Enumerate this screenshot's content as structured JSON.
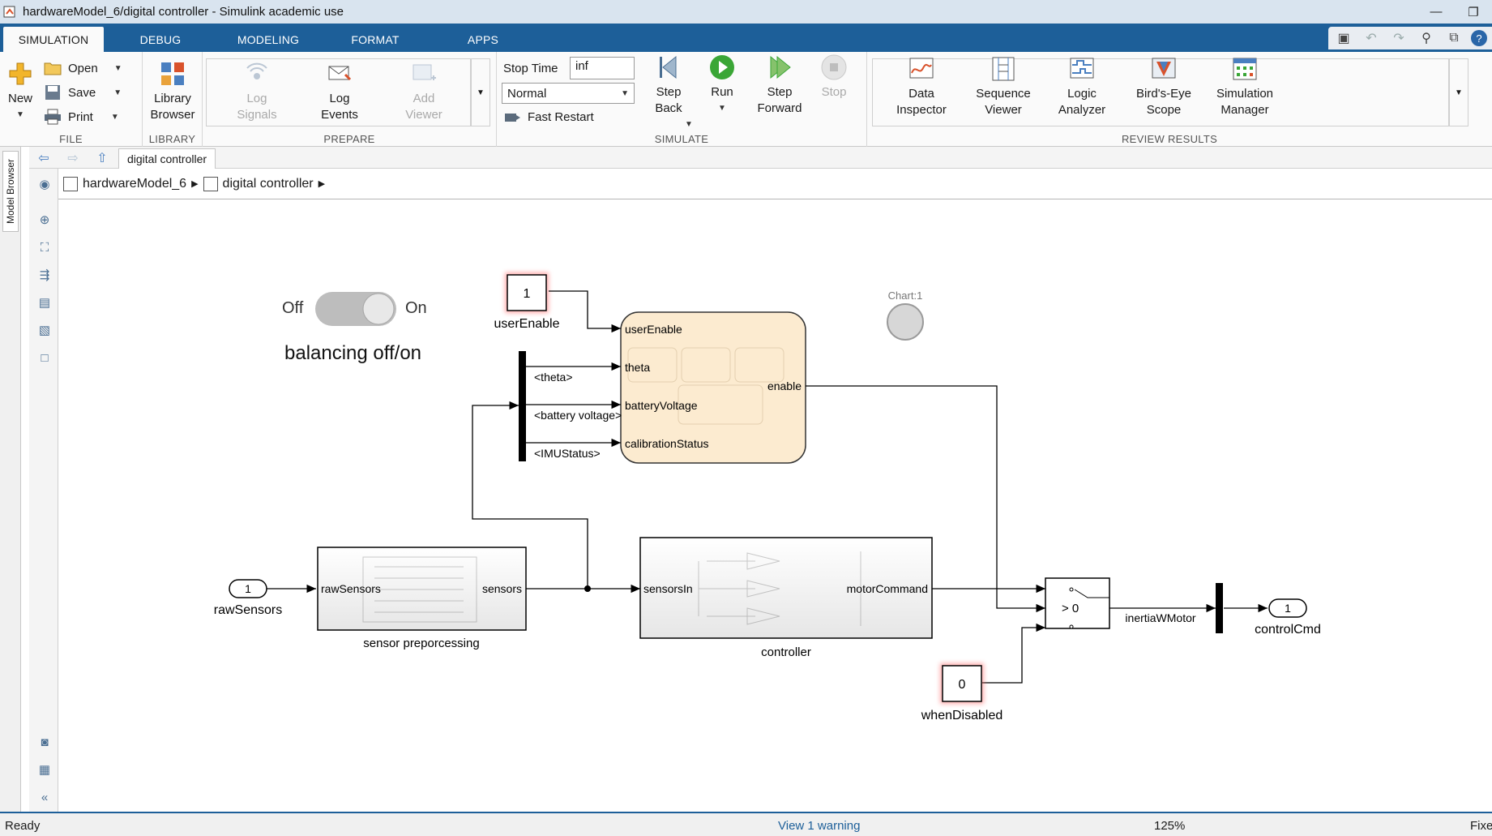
{
  "window": {
    "title": "hardwareModel_6/digital controller - Simulink academic use",
    "minimize": "—",
    "restore": "❐"
  },
  "tabs": [
    {
      "label": "SIMULATION",
      "active": true
    },
    {
      "label": "DEBUG"
    },
    {
      "label": "MODELING"
    },
    {
      "label": "FORMAT"
    },
    {
      "label": "APPS"
    }
  ],
  "ribbon": {
    "file": {
      "label": "FILE",
      "new_label": "New",
      "open_label": "Open",
      "save_label": "Save",
      "print_label": "Print"
    },
    "library": {
      "label": "LIBRARY",
      "browser_label": "Library\nBrowser"
    },
    "prepare": {
      "label": "PREPARE",
      "log_signals": "Log\nSignals",
      "log_events": "Log\nEvents",
      "add_viewer": "Add\nViewer"
    },
    "simulate": {
      "label": "SIMULATE",
      "stop_time_label": "Stop Time",
      "stop_time_value": "inf",
      "mode_value": "Normal",
      "fast_restart": "Fast Restart",
      "step_back": "Step\nBack",
      "run": "Run",
      "step_forward": "Step\nForward",
      "stop": "Stop"
    },
    "review": {
      "label": "REVIEW RESULTS",
      "data_inspector": "Data\nInspector",
      "sequence_viewer": "Sequence\nViewer",
      "logic_analyzer": "Logic\nAnalyzer",
      "birds_eye": "Bird's-Eye\nScope",
      "sim_manager": "Simulation\nManager"
    }
  },
  "sidebar": {
    "model_browser": "Model Browser"
  },
  "explorer": {
    "tab_label": "digital controller"
  },
  "breadcrumb": {
    "root": "hardwareModel_6",
    "child": "digital controller"
  },
  "diagram": {
    "switch_off": "Off",
    "switch_on": "On",
    "switch_caption": "balancing off/on",
    "user_enable_value": "1",
    "user_enable_label": "userEnable",
    "chart_indicator": "Chart:1",
    "chart_ports_in": [
      "userEnable",
      "theta",
      "batteryVoltage",
      "calibrationStatus"
    ],
    "chart_port_out": "enable",
    "bus_signals": [
      "<theta>",
      "<battery voltage>",
      "<IMUStatus>"
    ],
    "inport_value": "1",
    "inport_label": "rawSensors",
    "preproc_in": "rawSensors",
    "preproc_out": "sensors",
    "preproc_label": "sensor preporcessing",
    "controller_in": "sensorsIn",
    "controller_out": "motorCommand",
    "controller_label": "controller",
    "switch_threshold": "> 0",
    "signal_label": "inertiaWMotor",
    "outport_value": "1",
    "outport_label": "controlCmd",
    "disabled_value": "0",
    "disabled_label": "whenDisabled"
  },
  "status": {
    "state": "Ready",
    "warning": "View 1 warning",
    "zoom": "125%",
    "solver": "Fixe"
  },
  "colors": {
    "accent": "#1d5f99",
    "chart_fill": "#fdf0dc",
    "highlight": "#e05a5a",
    "run_green": "#3aa636"
  }
}
